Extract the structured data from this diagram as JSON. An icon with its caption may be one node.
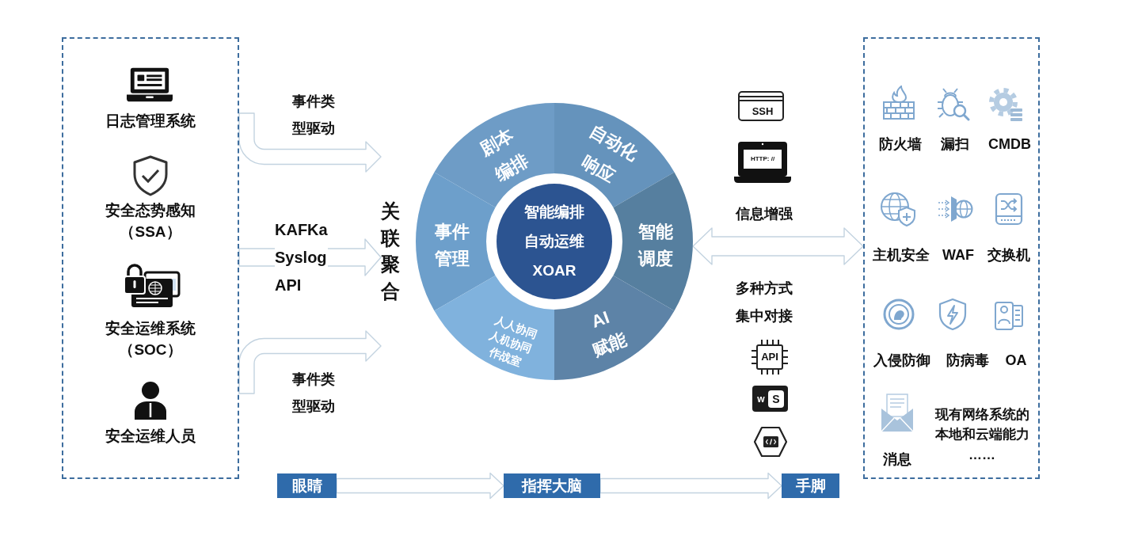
{
  "diagram": {
    "nodes": [
      {
        "text": [
          "日志管理系统",
          "安全态势感知（SSA）",
          "安全运维系统（SOC）",
          "安全运维人员"
        ]
      },
      {
        "text": [
          "关联聚合"
        ]
      },
      {
        "text": [
          "剧本编排"
        ]
      },
      {
        "text": [
          "自动化响应"
        ]
      },
      {
        "text": [
          "事件管理"
        ]
      },
      {
        "text": [
          "智能编排",
          "自动运维",
          "XOAR"
        ]
      },
      {
        "text": [
          "智能调度"
        ]
      },
      {
        "text": [
          "人人协同人机协同作战室"
        ]
      },
      {
        "text": [
          "AI 赋能"
        ]
      },
      {
        "text": [
          "防火墙",
          "漏扫",
          "CMDB",
          "主机安全",
          "WAF",
          "交换机",
          "入侵防御",
          "防病毒",
          "OA",
          "消息",
          "现有网络系统的本地和云端能力",
          "……"
        ]
      },
      {
        "text": [
          "眼睛"
        ]
      },
      {
        "text": [
          "指挥大脑"
        ]
      },
      {
        "text": [
          "手脚"
        ]
      }
    ],
    "edges": [
      {
        "from": 0,
        "to": 1,
        "arrow": "to",
        "label": "事件类型驱动"
      },
      {
        "from": 0,
        "to": 1,
        "arrow": "to",
        "label": "KAFKa Syslog API"
      },
      {
        "from": 0,
        "to": 1,
        "arrow": "to",
        "label": "事件类型驱动"
      },
      {
        "from": 6,
        "to": 9,
        "arrow": "both"
      },
      {
        "from": 10,
        "to": 11,
        "arrow": "to"
      },
      {
        "from": 11,
        "to": 12,
        "arrow": "to"
      }
    ],
    "labels": [
      "SSH",
      "HTTP: //",
      "信息增强",
      "多种方式集中对接",
      "API",
      "w",
      "S"
    ]
  }
}
